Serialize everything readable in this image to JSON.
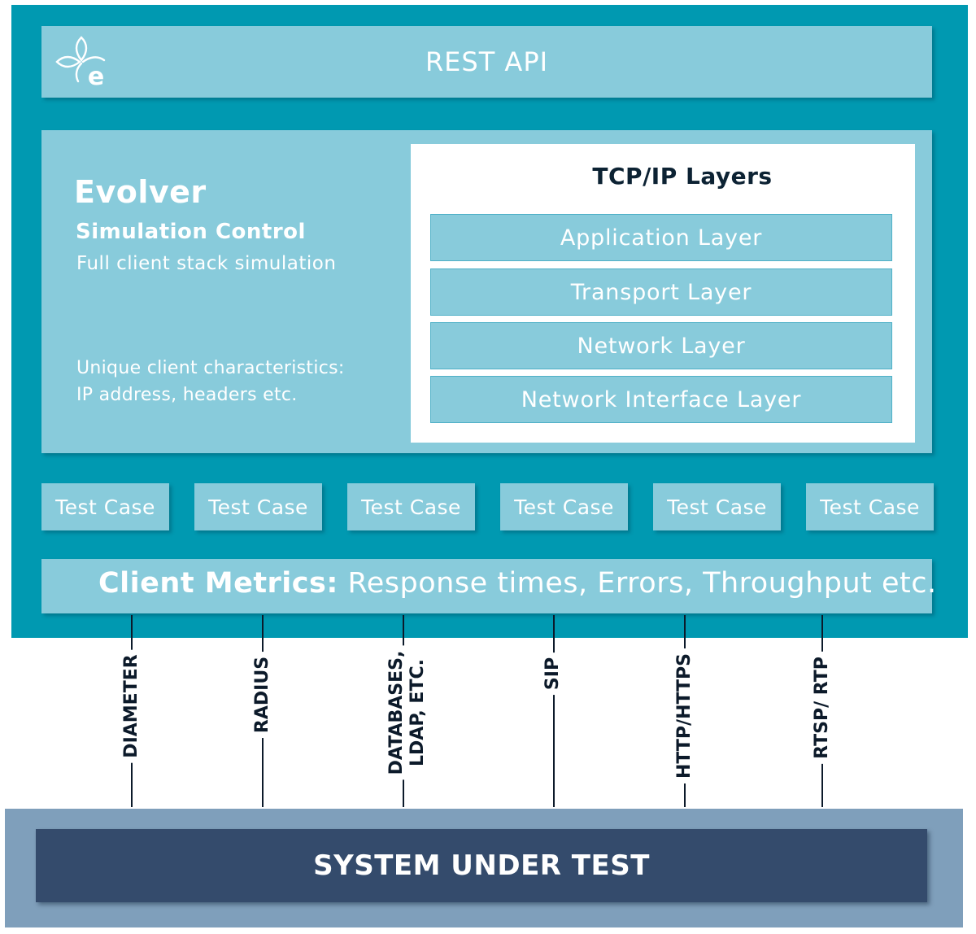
{
  "rest_api": {
    "label": "REST API"
  },
  "evolver": {
    "title": "Evolver",
    "subtitle": "Simulation Control",
    "description": "Full client stack simulation",
    "characteristics": [
      "Unique client characteristics:",
      "IP address, headers etc."
    ]
  },
  "tcp_ip": {
    "title": "TCP/IP Layers",
    "layers": [
      "Application Layer",
      "Transport Layer",
      "Network Layer",
      "Network Interface Layer"
    ]
  },
  "test_cases": [
    "Test Case",
    "Test Case",
    "Test Case",
    "Test Case",
    "Test Case",
    "Test Case"
  ],
  "client_metrics": {
    "label": "Client Metrics:",
    "value": " Response times, Errors, Throughput etc."
  },
  "protocols": [
    {
      "lines": [
        "DIAMETER"
      ]
    },
    {
      "lines": [
        "RADIUS"
      ]
    },
    {
      "lines": [
        "DATABASES,",
        "LDAP, ETC."
      ]
    },
    {
      "lines": [
        "SIP"
      ]
    },
    {
      "lines": [
        "HTTP/HTTPS"
      ]
    },
    {
      "lines": [
        "RTSP/ RTP"
      ]
    }
  ],
  "system_under_test": {
    "label": "SYSTEM UNDER TEST"
  },
  "logo": {
    "icon": "evolver-logo-icon",
    "letter": "e"
  },
  "colors": {
    "frame": "#0099b1",
    "panel": "#88cbdb",
    "sut_outer": "#7f9fbb",
    "sut_inner": "#344b6c"
  }
}
